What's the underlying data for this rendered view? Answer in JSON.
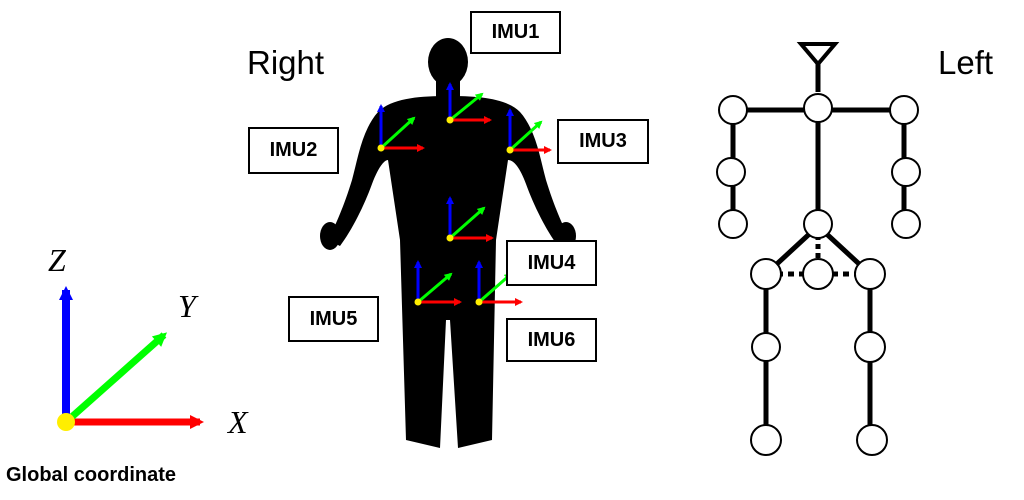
{
  "labels": {
    "right": "Right",
    "left": "Left",
    "global_coordinate": "Global coordinate",
    "axis_x": "X",
    "axis_y": "Y",
    "axis_z": "Z"
  },
  "imus": [
    "IMU1",
    "IMU2",
    "IMU3",
    "IMU4",
    "IMU5",
    "IMU6"
  ],
  "colors": {
    "x_axis": "#ff0000",
    "y_axis": "#00ff00",
    "z_axis": "#0000ff",
    "origin": "#ffee00",
    "silhouette": "#000000"
  }
}
